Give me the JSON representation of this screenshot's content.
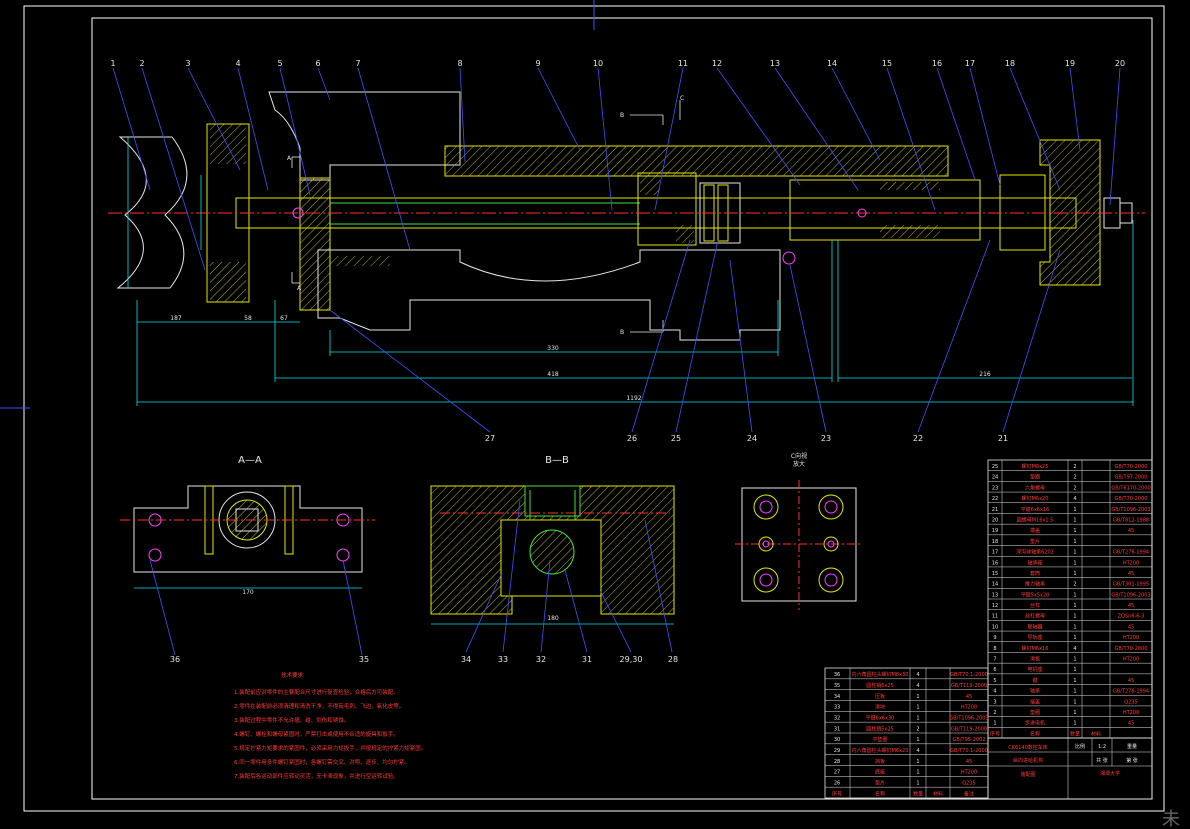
{
  "colors": {
    "background": "#000000",
    "frame": "#ffffff",
    "outline": "#e6e600",
    "dimension": "#00e6e6",
    "leader": "#4050ff",
    "centerline": "#ff3030",
    "hatch": "#e6e600",
    "part_green": "#40e040",
    "hole": "#ff40ff",
    "text": "#e6e6e6",
    "table_text": "#ff3b3b"
  },
  "callouts_top": [
    "1",
    "2",
    "3",
    "4",
    "5",
    "6",
    "7",
    "8",
    "9",
    "10",
    "11",
    "12",
    "13",
    "14",
    "15",
    "16",
    "17",
    "18",
    "19",
    "20"
  ],
  "callouts_bottom_main": [
    "27",
    "26",
    "25",
    "24",
    "23",
    "22",
    "21"
  ],
  "callouts_section_aa": [
    "36",
    "35"
  ],
  "callouts_section_bb": [
    "34",
    "33",
    "32",
    "31",
    "29,30",
    "28"
  ],
  "section_labels": {
    "aa": "A—A",
    "bb": "B—B",
    "c_view_line1": "C向视",
    "c_view_line2": "放大"
  },
  "cut_marks": {
    "a": "A",
    "b": "B",
    "c": "C"
  },
  "dimensions_main": [
    "187",
    "58",
    "67",
    "330",
    "418",
    "216",
    "1192"
  ],
  "dimensions_section": {
    "aa_width": "170",
    "bb_width": "180"
  },
  "tech_req": {
    "title": "技术要求",
    "lines": [
      "1.装配前应对零件的主要配合尺寸进行复查检验，合格后方可装配。",
      "2.零件在装配前必须清理和清洗干净，不得有毛刺、飞边、氧化皮等。",
      "3.装配过程中零件不允许磕、碰、划伤和锈蚀。",
      "4.螺钉、螺栓和螺母紧固时，严禁打击或使用不合适的旋具和扳手。",
      "5.规定拧紧力矩要求的紧固件，必须采用力矩扳手，并按规定的拧紧力矩紧固。",
      "6.同一零件用多件螺钉紧固时，各螺钉需交叉、对称、逐步、均匀拧紧。",
      "7.装配后各运动部件应转动灵活，无卡滞现象，并进行空运转试验。"
    ]
  },
  "bom_right": [
    [
      "25",
      "螺钉M8x25",
      "2",
      "GB/T70-2000"
    ],
    [
      "24",
      "垫圈",
      "2",
      "GB/T97-2000"
    ],
    [
      "23",
      "六角螺母",
      "2",
      "GB/T6170-2000"
    ],
    [
      "22",
      "螺钉M6x20",
      "4",
      "GB/T70-2000"
    ],
    [
      "21",
      "平键6x6x16",
      "1",
      "GB/T1096-2003"
    ],
    [
      "20",
      "圆螺母M16x1.5",
      "1",
      "GB/T812-1988"
    ],
    [
      "19",
      "端盖",
      "1",
      "45"
    ],
    [
      "18",
      "垫片",
      "1",
      ""
    ],
    [
      "17",
      "深沟球轴承6202",
      "1",
      "GB/T276-1994"
    ],
    [
      "16",
      "轴承座",
      "1",
      "HT200"
    ],
    [
      "15",
      "套筒",
      "1",
      "45"
    ],
    [
      "14",
      "推力轴承",
      "2",
      "GB/T301-1995"
    ],
    [
      "13",
      "平键5x5x20",
      "1",
      "GB/T1096-2003"
    ],
    [
      "12",
      "丝杠",
      "1",
      "45"
    ],
    [
      "11",
      "丝杠螺母",
      "1",
      "ZQSn6-6-3"
    ],
    [
      "10",
      "联轴器",
      "1",
      "45"
    ],
    [
      "9",
      "导轨座",
      "1",
      "HT200"
    ],
    [
      "8",
      "螺钉M6x16",
      "4",
      "GB/T70-2000"
    ],
    [
      "7",
      "滑板",
      "1",
      "HT200"
    ],
    [
      "6",
      "电机座",
      "1",
      ""
    ],
    [
      "5",
      "键",
      "1",
      "45"
    ],
    [
      "4",
      "轴承",
      "1",
      "GB/T276-1994"
    ],
    [
      "3",
      "端盖",
      "1",
      "Q235"
    ],
    [
      "2",
      "垫圈",
      "1",
      "HT200"
    ],
    [
      "1",
      "步进电机",
      "1",
      "45"
    ]
  ],
  "bom_right_header": [
    "序号",
    "名称",
    "数量",
    "材料"
  ],
  "bom_left": [
    [
      "36",
      "内六角圆柱头螺钉M8x30",
      "4",
      "GB/T70.1-2000"
    ],
    [
      "35",
      "圆柱销6x25",
      "4",
      "GB/T119-2000"
    ],
    [
      "34",
      "压板",
      "1",
      "45"
    ],
    [
      "33",
      "滑块",
      "1",
      "HT200"
    ],
    [
      "32",
      "平键6x6x30",
      "1",
      "GB/T1096-2003"
    ],
    [
      "31",
      "圆柱销5x25",
      "2",
      "GB/T119-2000"
    ],
    [
      "30",
      "平垫圈",
      "1",
      "GB/T95-2002"
    ],
    [
      "29",
      "内六角圆柱头螺钉M6x20",
      "4",
      "GB/T70.1-2000"
    ],
    [
      "28",
      "挡板",
      "1",
      "45"
    ],
    [
      "27",
      "底座",
      "1",
      "HT200"
    ],
    [
      "26",
      "垫片",
      "1",
      "Q235"
    ]
  ],
  "bom_left_header": [
    "序号",
    "名称",
    "数量",
    "材料",
    "备注"
  ],
  "title_block": {
    "title": "CK6140数控车床",
    "subtitle": "纵向进给机构",
    "drawing_name": "装配图",
    "school": "湘潭大学",
    "scale_label": "比例",
    "scale": "1:2",
    "sheet_label": "共 张",
    "sheet": "第 张",
    "weight_label": "重量",
    "material_label": "材料"
  },
  "watermark": "未"
}
